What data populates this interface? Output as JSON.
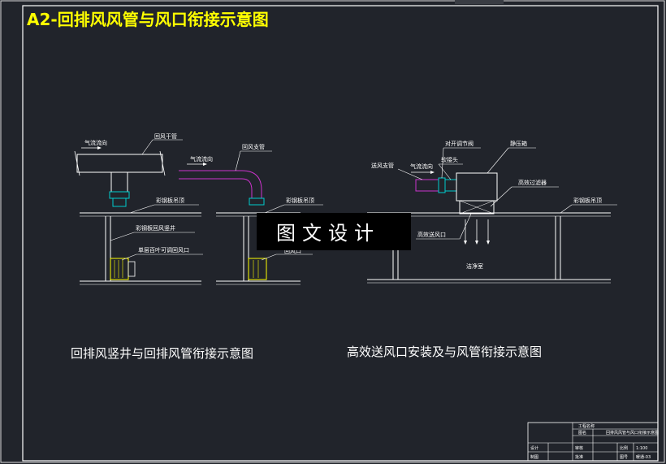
{
  "title": "A2-回排风风管与风口衔接示意图",
  "watermark": "图文设计",
  "left_diagram": {
    "caption": "回排风竖井与回排风管衔接示意图",
    "labels": {
      "airflow_1": "气流流向",
      "return_main": "回风干管",
      "airflow_2": "气流流向",
      "return_branch": "回风支管",
      "ceiling_1": "彩钢板吊顶",
      "ceiling_2": "彩钢板吊顶",
      "shaft": "彩钢板回风竖井",
      "grille": "单层百叶可调回风口",
      "grille_2": "回风口"
    }
  },
  "right_diagram": {
    "caption": "高效送风口安装及与风管衔接示意图",
    "labels": {
      "supply_branch": "送风支管",
      "airflow": "气流流向",
      "damper": "对开调节阀",
      "joint": "软接头",
      "plenum": "静压箱",
      "hepa": "高效过滤器",
      "ceiling": "彩钢板吊顶",
      "outlet": "高效送风口",
      "room": "洁净室"
    }
  },
  "title_block": {
    "project_label": "工程名称",
    "drawing_label": "图名",
    "drawing_name": "回排风风管与风口衔接示意图",
    "scale_label": "比例",
    "scale_value": "1:100",
    "number_label": "图号",
    "number_value": "暖通-03",
    "design": "设计",
    "check": "审核",
    "draw": "制图",
    "approve": "批准"
  },
  "colors": {
    "background": "#21242b",
    "title": "#ffff00",
    "duct": "#cc33cc",
    "connector": "#00cccc",
    "frame": "#ffffff",
    "leader": "#ffffff",
    "dim": "#00aaff"
  }
}
